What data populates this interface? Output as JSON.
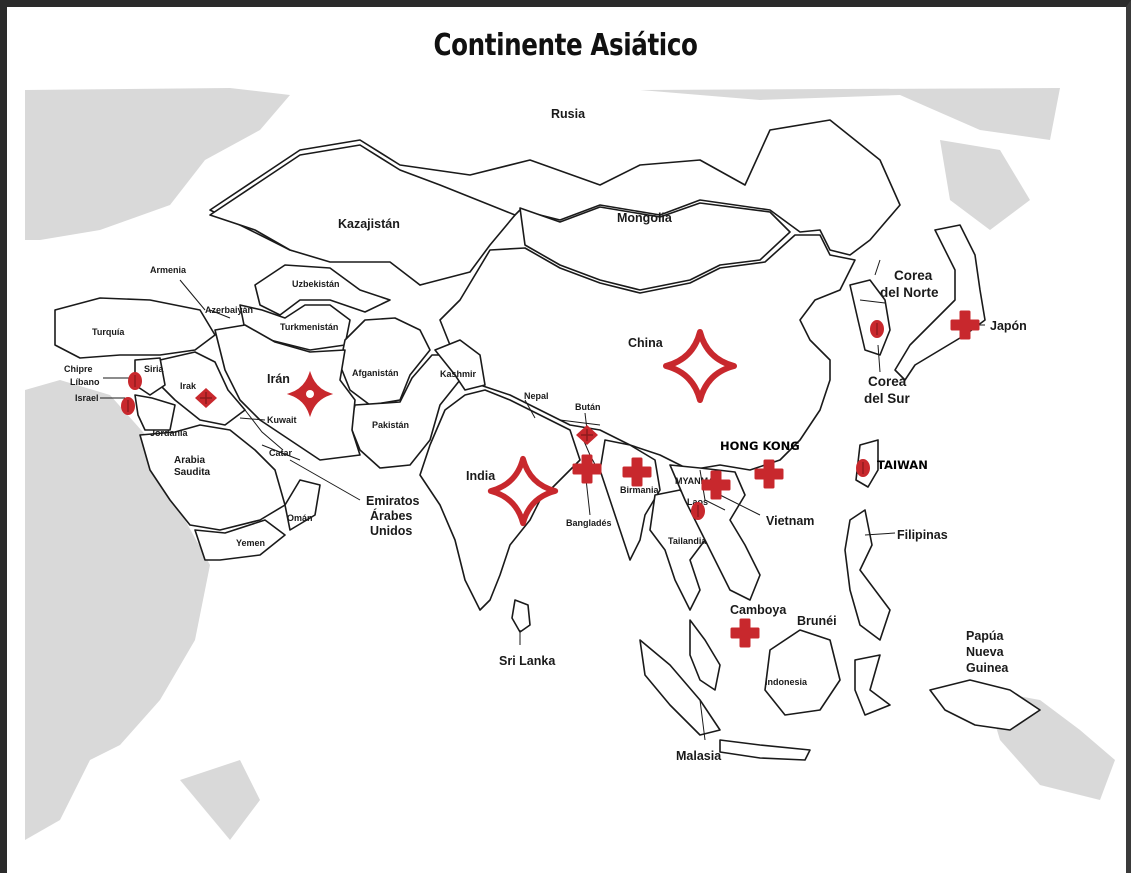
{
  "map": {
    "title": "Continente Asiático",
    "colors": {
      "sea": "#ffffff",
      "other_land": "#d9d9d9",
      "asia_land": "#ffffff",
      "border": "#1a1a1a",
      "marker": "#c8282d"
    },
    "labels": {
      "rusia": "Rusia",
      "kazajistan": "Kazajistán",
      "mongolia": "Mongolia",
      "china": "China",
      "uzbekistan": "Uzbekistán",
      "turkmenistan": "Turkmenistán",
      "armenia": "Armenia",
      "azerbaiyan": "Azerbaiyán",
      "turquia": "Turquía",
      "chipre": "Chipre",
      "siria": "Siria",
      "libano": "Líbano",
      "israel": "Israel",
      "irak": "Irak",
      "iran": "Irán",
      "afganistan": "Afganistán",
      "kashmir": "Kashmir",
      "pakistan": "Pakistán",
      "kuwait": "Kuwait",
      "catar": "Catar",
      "jordania": "Jordania",
      "arabia_l1": "Arabia",
      "arabia_l2": "Saudita",
      "emiratos_l1": "Emiratos",
      "emiratos_l2": "Árabes",
      "emiratos_l3": "Unidos",
      "oman": "Omán",
      "yemen": "Yemen",
      "india": "India",
      "nepal": "Nepal",
      "butan": "Bután",
      "banglades": "Bangladés",
      "birmania": "Birmania",
      "myanmar": "MYANMAR",
      "laos": "Laos",
      "tailandia": "Tailandia",
      "vietnam": "Vietnam",
      "camboya": "Camboya",
      "hong_kong": "HONG KONG",
      "taiwan": "TAIWAN",
      "filipinas": "Filipinas",
      "brunei": "Brunéi",
      "indonesia": "Indonesia",
      "malasia": "Malasia",
      "sri_lanka": "Sri Lanka",
      "papua_l1": "Papúa",
      "papua_l2": "Nueva",
      "papua_l3": "Guinea",
      "corea_norte_l1": "Corea",
      "corea_norte_l2": "del Norte",
      "corea_sur_l1": "Corea",
      "corea_sur_l2": "del Sur",
      "japon": "Japón"
    },
    "markers": [
      {
        "place": "China",
        "style": "outline-star"
      },
      {
        "place": "India",
        "style": "outline-star"
      },
      {
        "place": "Irán",
        "style": "outline-star"
      },
      {
        "place": "Japón",
        "style": "cross"
      },
      {
        "place": "Camboya",
        "style": "cross"
      },
      {
        "place": "Hong Kong",
        "style": "cross"
      },
      {
        "place": "Irak",
        "style": "diamond"
      },
      {
        "place": "Siria",
        "style": "dot"
      },
      {
        "place": "Israel",
        "style": "dot"
      },
      {
        "place": "Bután",
        "style": "diamond"
      },
      {
        "place": "Bangladés",
        "style": "cross"
      },
      {
        "place": "Birmania",
        "style": "cross"
      },
      {
        "place": "Vietnam",
        "style": "cross"
      },
      {
        "place": "Laos",
        "style": "dot"
      },
      {
        "place": "Corea del Sur",
        "style": "dot"
      },
      {
        "place": "Taiwán",
        "style": "dot"
      }
    ]
  }
}
